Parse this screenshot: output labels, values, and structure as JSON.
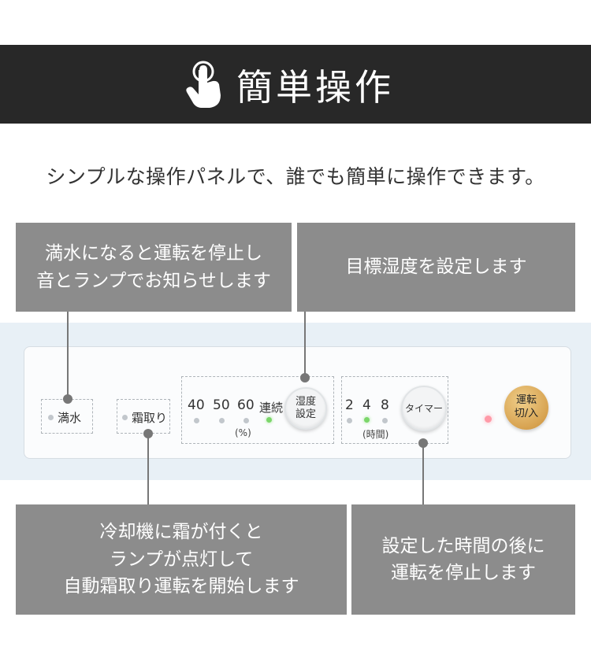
{
  "header": {
    "title": "簡単操作",
    "icon": "pointing-hand-icon"
  },
  "subtitle": "シンプルな操作パネルで、誰でも簡単に操作できます。",
  "callouts": {
    "full_water": [
      "満水になると運転を停止し",
      "音とランプでお知らせします"
    ],
    "humidity": [
      "目標湿度を設定します"
    ],
    "defrost": [
      "冷却機に霜が付くと",
      "ランプが点灯して",
      "自動霜取り運転を開始します"
    ],
    "timer": [
      "設定した時間の後に",
      "運転を停止します"
    ]
  },
  "panel": {
    "full_water_label": "満水",
    "defrost_label": "霜取り",
    "humidity_values": [
      "40",
      "50",
      "60",
      "連続"
    ],
    "humidity_unit": "(%)",
    "humidity_button": [
      "湿度",
      "設定"
    ],
    "timer_values": [
      "2",
      "4",
      "8"
    ],
    "timer_unit": "(時間)",
    "timer_button": "タイマー",
    "power_button": [
      "運転",
      "切/入"
    ]
  },
  "colors": {
    "banner": "#282828",
    "callout": "#8c8c8c",
    "device_body": "#e8f0f6",
    "led_active": "#7bd66a",
    "power_button": "#d7a250"
  }
}
